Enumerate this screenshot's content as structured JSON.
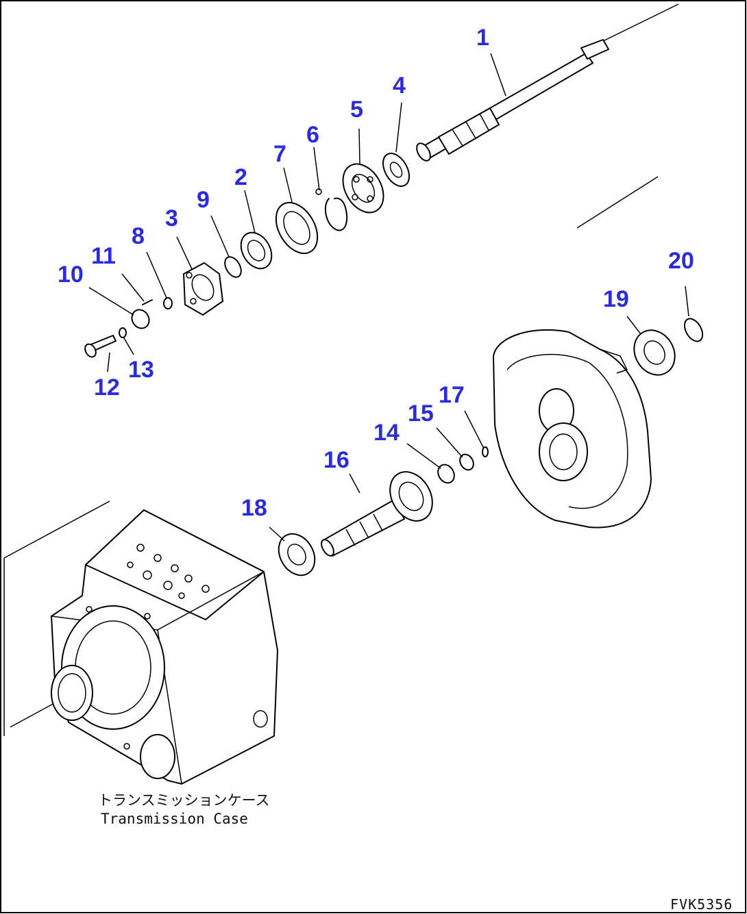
{
  "diagram": {
    "parts": [
      {
        "id": "1",
        "label": "1"
      },
      {
        "id": "2",
        "label": "2"
      },
      {
        "id": "3",
        "label": "3"
      },
      {
        "id": "4",
        "label": "4"
      },
      {
        "id": "5",
        "label": "5"
      },
      {
        "id": "6",
        "label": "6"
      },
      {
        "id": "7",
        "label": "7"
      },
      {
        "id": "8",
        "label": "8"
      },
      {
        "id": "9",
        "label": "9"
      },
      {
        "id": "10",
        "label": "10"
      },
      {
        "id": "11",
        "label": "11"
      },
      {
        "id": "12",
        "label": "12"
      },
      {
        "id": "13",
        "label": "13"
      },
      {
        "id": "14",
        "label": "14"
      },
      {
        "id": "15",
        "label": "15"
      },
      {
        "id": "16",
        "label": "16"
      },
      {
        "id": "17",
        "label": "17"
      },
      {
        "id": "18",
        "label": "18"
      },
      {
        "id": "19",
        "label": "19"
      },
      {
        "id": "20",
        "label": "20"
      }
    ],
    "caption_jp": "トランスミッションケース",
    "caption_en": "Transmission Case",
    "drawing_code": "FVK5356",
    "callout_color": "#2a2ae0"
  }
}
